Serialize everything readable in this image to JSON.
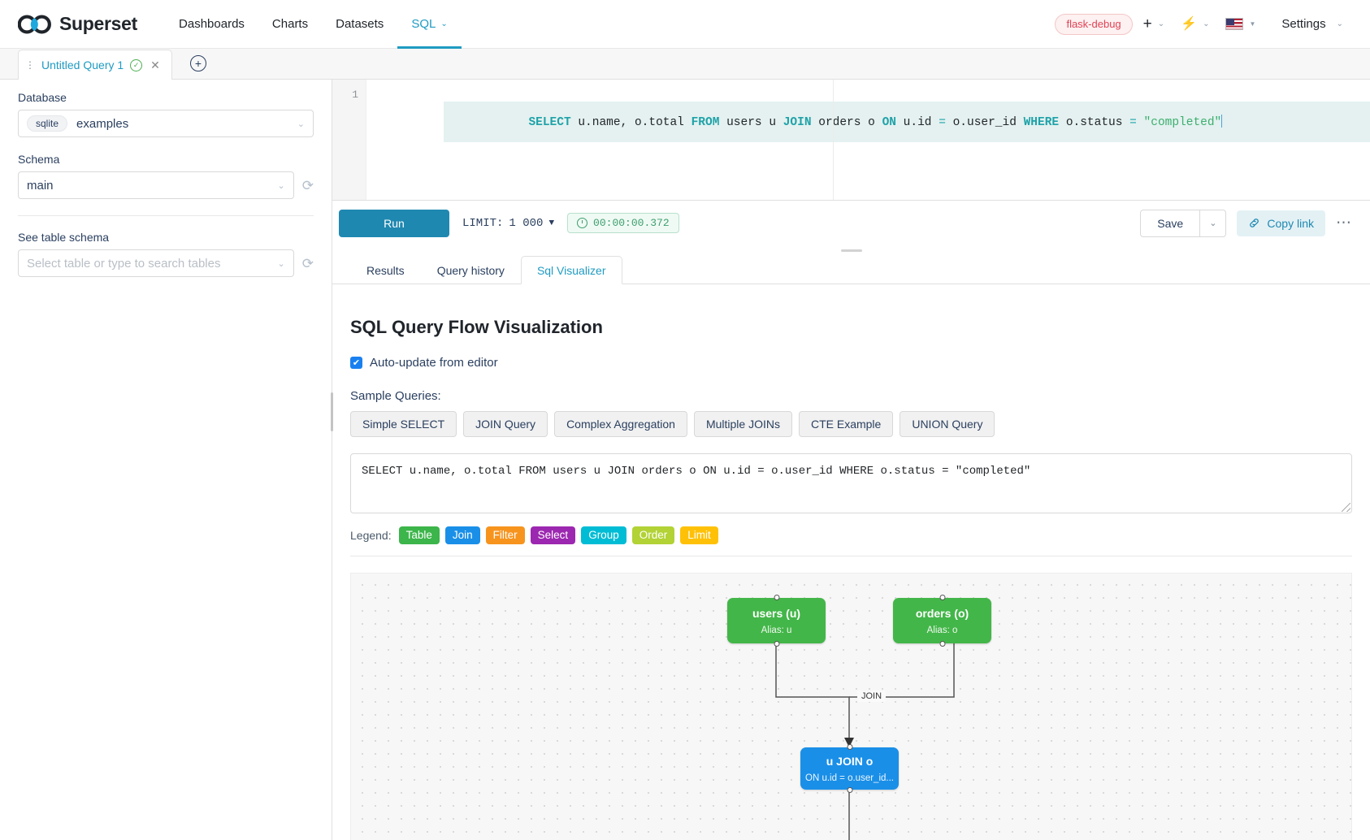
{
  "navbar": {
    "brand": "Superset",
    "links": [
      {
        "label": "Dashboards",
        "active": false,
        "caret": false
      },
      {
        "label": "Charts",
        "active": false,
        "caret": false
      },
      {
        "label": "Datasets",
        "active": false,
        "caret": false
      },
      {
        "label": "SQL",
        "active": true,
        "caret": true
      }
    ],
    "debug_badge": "flask-debug",
    "plus_icon": "+",
    "bolt_icon": "⚡",
    "settings_label": "Settings",
    "caret_glyph": "⌄"
  },
  "querytabs": {
    "tab_label": "Untitled Query 1",
    "drag_glyph": "⋮",
    "check_glyph": "✓",
    "close_glyph": "✕",
    "add_glyph": "+"
  },
  "left_panel": {
    "database_label": "Database",
    "database_pill": "sqlite",
    "database_value": "examples",
    "schema_label": "Schema",
    "schema_value": "main",
    "table_label": "See table schema",
    "table_placeholder": "Select table or type to search tables",
    "chevron": "⌄",
    "refresh_glyph": "⟳"
  },
  "editor": {
    "line_number": "1",
    "tokens": [
      {
        "t": "SELECT",
        "c": "kw"
      },
      {
        "t": " u.name, o.total ",
        "c": "plain"
      },
      {
        "t": "FROM",
        "c": "kw"
      },
      {
        "t": " users u ",
        "c": "plain"
      },
      {
        "t": "JOIN",
        "c": "kw"
      },
      {
        "t": " orders o ",
        "c": "plain"
      },
      {
        "t": "ON",
        "c": "kw"
      },
      {
        "t": " u.id ",
        "c": "plain"
      },
      {
        "t": "=",
        "c": "op"
      },
      {
        "t": " o.user_id ",
        "c": "plain"
      },
      {
        "t": "WHERE",
        "c": "kw"
      },
      {
        "t": " o.status ",
        "c": "plain"
      },
      {
        "t": "=",
        "c": "op"
      },
      {
        "t": " \"completed\"",
        "c": "str"
      }
    ]
  },
  "toolbar": {
    "run_label": "Run",
    "limit_label": "LIMIT:",
    "limit_value": "1 000",
    "limit_tri": "▼",
    "timer_value": "00:00:00.372",
    "save_label": "Save",
    "save_caret": "⌄",
    "copy_link_label": "Copy link",
    "link_icon": "🔗",
    "more_glyph": "⋯"
  },
  "result_tabs": [
    {
      "label": "Results",
      "active": false
    },
    {
      "label": "Query history",
      "active": false
    },
    {
      "label": "Sql Visualizer",
      "active": true
    }
  ],
  "visualizer": {
    "title": "SQL Query Flow Visualization",
    "autoupdate_label": "Auto-update from editor",
    "autoupdate_checked": true,
    "check_glyph": "✔",
    "samples_label": "Sample Queries:",
    "sample_buttons": [
      "Simple SELECT",
      "JOIN Query",
      "Complex Aggregation",
      "Multiple JOINs",
      "CTE Example",
      "UNION Query"
    ],
    "sql_text": "SELECT u.name, o.total FROM users u JOIN orders o ON u.id = o.user_id WHERE o.status = \"completed\"",
    "legend_label": "Legend:",
    "legend": [
      {
        "label": "Table",
        "color": "#3cb54a"
      },
      {
        "label": "Join",
        "color": "#1a8fe8"
      },
      {
        "label": "Filter",
        "color": "#f7941e"
      },
      {
        "label": "Select",
        "color": "#9c27b0"
      },
      {
        "label": "Group",
        "color": "#00bcd4"
      },
      {
        "label": "Order",
        "color": "#b2d235"
      },
      {
        "label": "Limit",
        "color": "#ffc107"
      }
    ],
    "graph": {
      "edge_label": "JOIN",
      "nodes": [
        {
          "id": "users",
          "title": "users (u)",
          "sub": "Alias: u",
          "color": "#43b council",
          "kind": "table"
        },
        {
          "id": "orders",
          "title": "orders (o)",
          "sub": "Alias: o",
          "kind": "table"
        },
        {
          "id": "join",
          "title": "u JOIN o",
          "sub": "ON u.id = o.user_id...",
          "kind": "join"
        }
      ],
      "table_color": "#43b649",
      "join_color": "#1a8fe8"
    }
  }
}
